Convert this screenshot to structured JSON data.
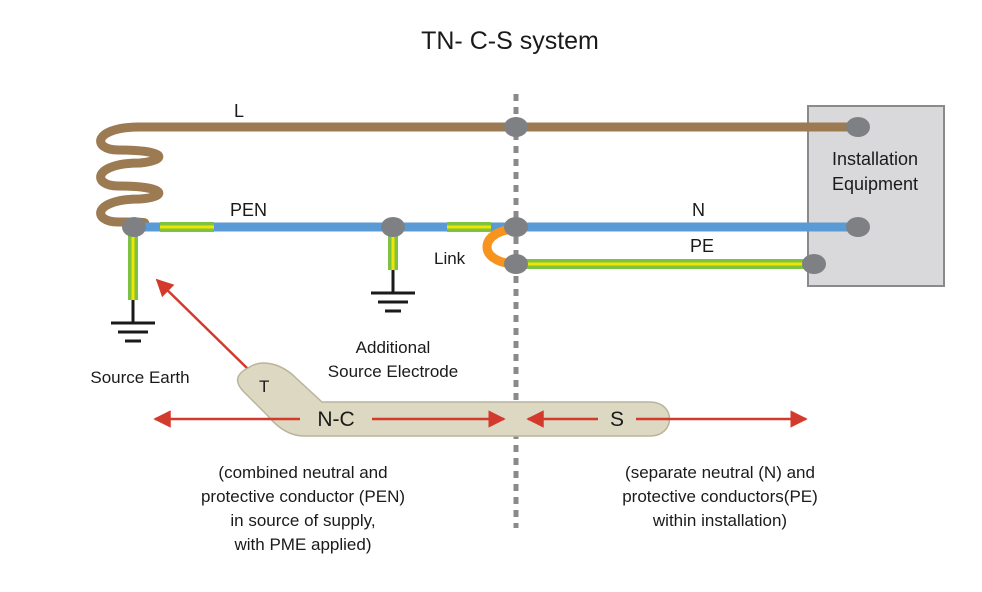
{
  "title": "TN- C-S system",
  "labels": {
    "L": "L",
    "PEN": "PEN",
    "N": "N",
    "PE": "PE",
    "Link": "Link",
    "T": "T",
    "NC": "N-C",
    "S": "S"
  },
  "equipment": [
    "Installation",
    "Equipment"
  ],
  "source_earth": "Source Earth",
  "additional_electrode": [
    "Additional",
    "Source Electrode"
  ],
  "nc_description": [
    "(combined neutral and",
    "protective conductor (PEN)",
    "in source of supply,",
    "with PME applied)"
  ],
  "s_description": [
    "(separate neutral (N) and",
    "protective conductors(PE)",
    "within installation)"
  ],
  "colors": {
    "line_brown": "#9c7a52",
    "neutral_blue": "#5b9bd5",
    "earth_green": "#7dc242",
    "earth_yellow": "#f2e600",
    "node_grey": "#7f8083",
    "link_orange": "#f7941d",
    "arrow_red": "#d33a2c",
    "tab_fill": "#dcd8c2",
    "box_fill": "#d9d9db",
    "divider": "#8a8a8a"
  }
}
